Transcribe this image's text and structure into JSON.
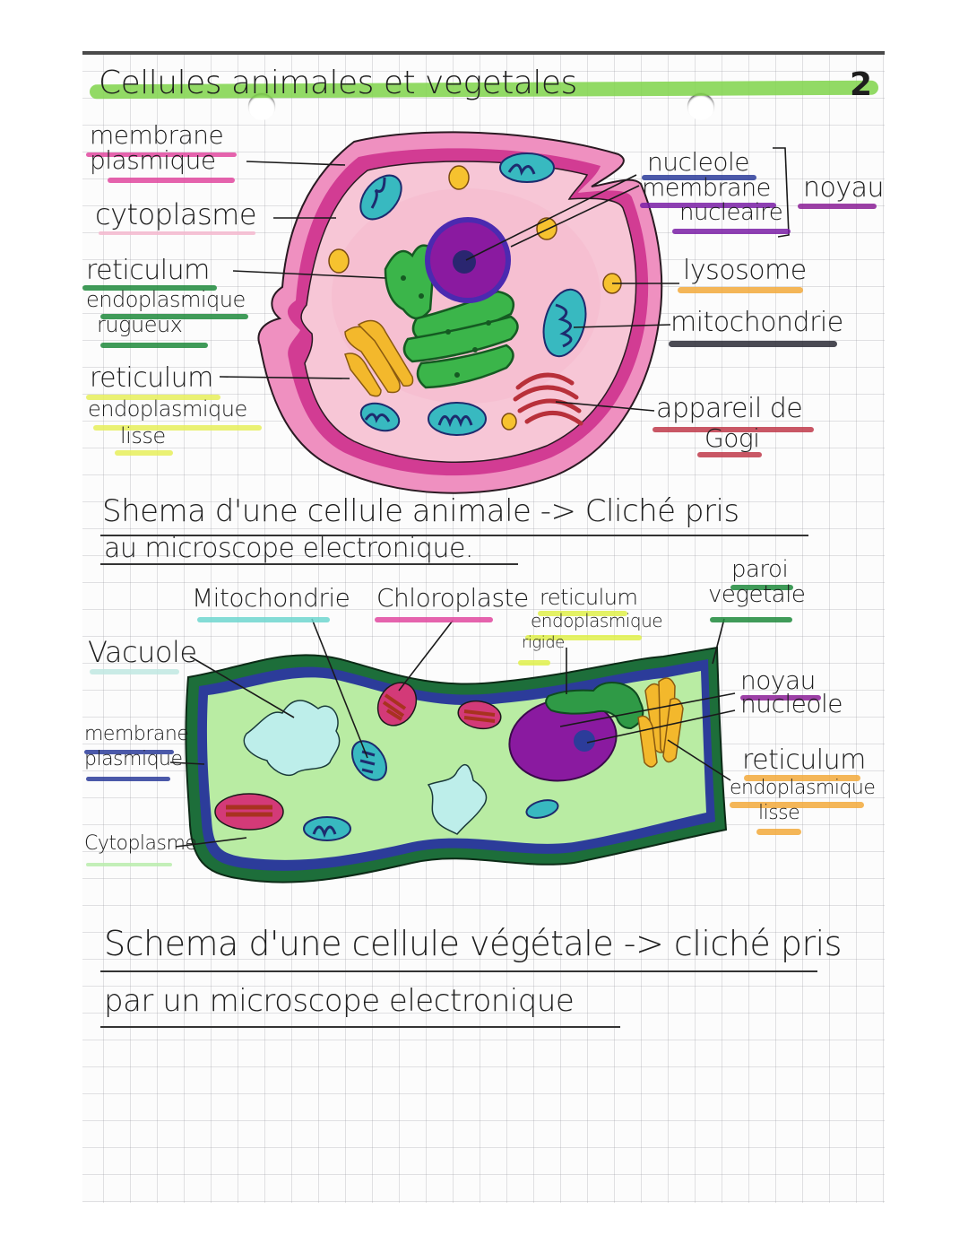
{
  "page": {
    "title": "Cellules animales et vegetales",
    "page_number": "2",
    "title_highlight_color": "#7fd34a"
  },
  "animal_cell": {
    "labels_left": [
      {
        "line1": "membrane",
        "line2": "plasmique",
        "highlight": "#e0489f"
      },
      {
        "line1": "cytoplasme",
        "line2": "",
        "highlight": "#f4b8cf"
      },
      {
        "line1": "reticulum",
        "line2": "endoplasmique",
        "line3": "rugueux",
        "highlight": "#1f8a3c"
      },
      {
        "line1": "reticulum",
        "line2": "endoplasmique",
        "line3": "lisse",
        "highlight": "#e6ef5a"
      }
    ],
    "labels_right": [
      {
        "text": "nucleole",
        "highlight": "#2c3c9a"
      },
      {
        "line1": "membrane",
        "line2": "nucleaire",
        "highlight": "#7a1ea6"
      },
      {
        "group": "noyau",
        "highlight": "#8b1f96"
      },
      {
        "text": "lysosome",
        "highlight": "#f2a93b"
      },
      {
        "text": "mitochondrie",
        "highlight": "#2a2a35"
      },
      {
        "line1": "appareil de",
        "line2": "Gogi",
        "highlight": "#c0394a"
      }
    ],
    "caption_line1": "Shema d'une cellule      animale -> Cliché pris",
    "caption_line2": "au microscope electronique."
  },
  "plant_cell": {
    "labels_top": [
      {
        "text": "Mitochondrie",
        "highlight": "#6fd6cf"
      },
      {
        "text": "Chloroplaste",
        "highlight": "#e0489f"
      },
      {
        "line1": "reticulum",
        "line2": "endoplasmique",
        "line3": "rigide",
        "highlight": "#dff04a"
      },
      {
        "line1": "paroi",
        "line2": "vegetale",
        "highlight": "#1f8a3c"
      }
    ],
    "labels_left": [
      {
        "text": "Vacuole",
        "highlight": "#bfe8e2"
      },
      {
        "line1": "membrane",
        "line2": "plasmique",
        "highlight": "#2c3c9a"
      },
      {
        "text": "Cytoplasme",
        "highlight": "#b8ecab"
      }
    ],
    "labels_right": [
      {
        "text": "noyau",
        "highlight": "#8b1f96"
      },
      {
        "text": "nucleole",
        "highlight": ""
      },
      {
        "line1": "reticulum",
        "line2": "endoplasmique",
        "line3": "lisse",
        "highlight": "#f2a93b"
      }
    ],
    "caption_line1": "Schema d'une cellule végétale -> cliché pris",
    "caption_line2": "par un microscope electronique"
  },
  "colors": {
    "membrane_pink": "#d23c93",
    "cytoplasm_pink": "#f7c6d6",
    "nucleus_purple": "#8a1aa0",
    "nucleus_border": "#4b2ab0",
    "nucleolus": "#2a2670",
    "rer_green": "#3bb54a",
    "golgi_red": "#b8303a",
    "ser_yellow": "#f3b82c",
    "lysosome": "#f6c22f",
    "mito_teal": "#38b9c0",
    "plant_wall": "#1d6e3a",
    "plant_membrane": "#2c3c9a",
    "plant_cytoplasm": "#b9eca3",
    "vacuole": "#bdeeea",
    "chloroplast": "#d33a78"
  }
}
